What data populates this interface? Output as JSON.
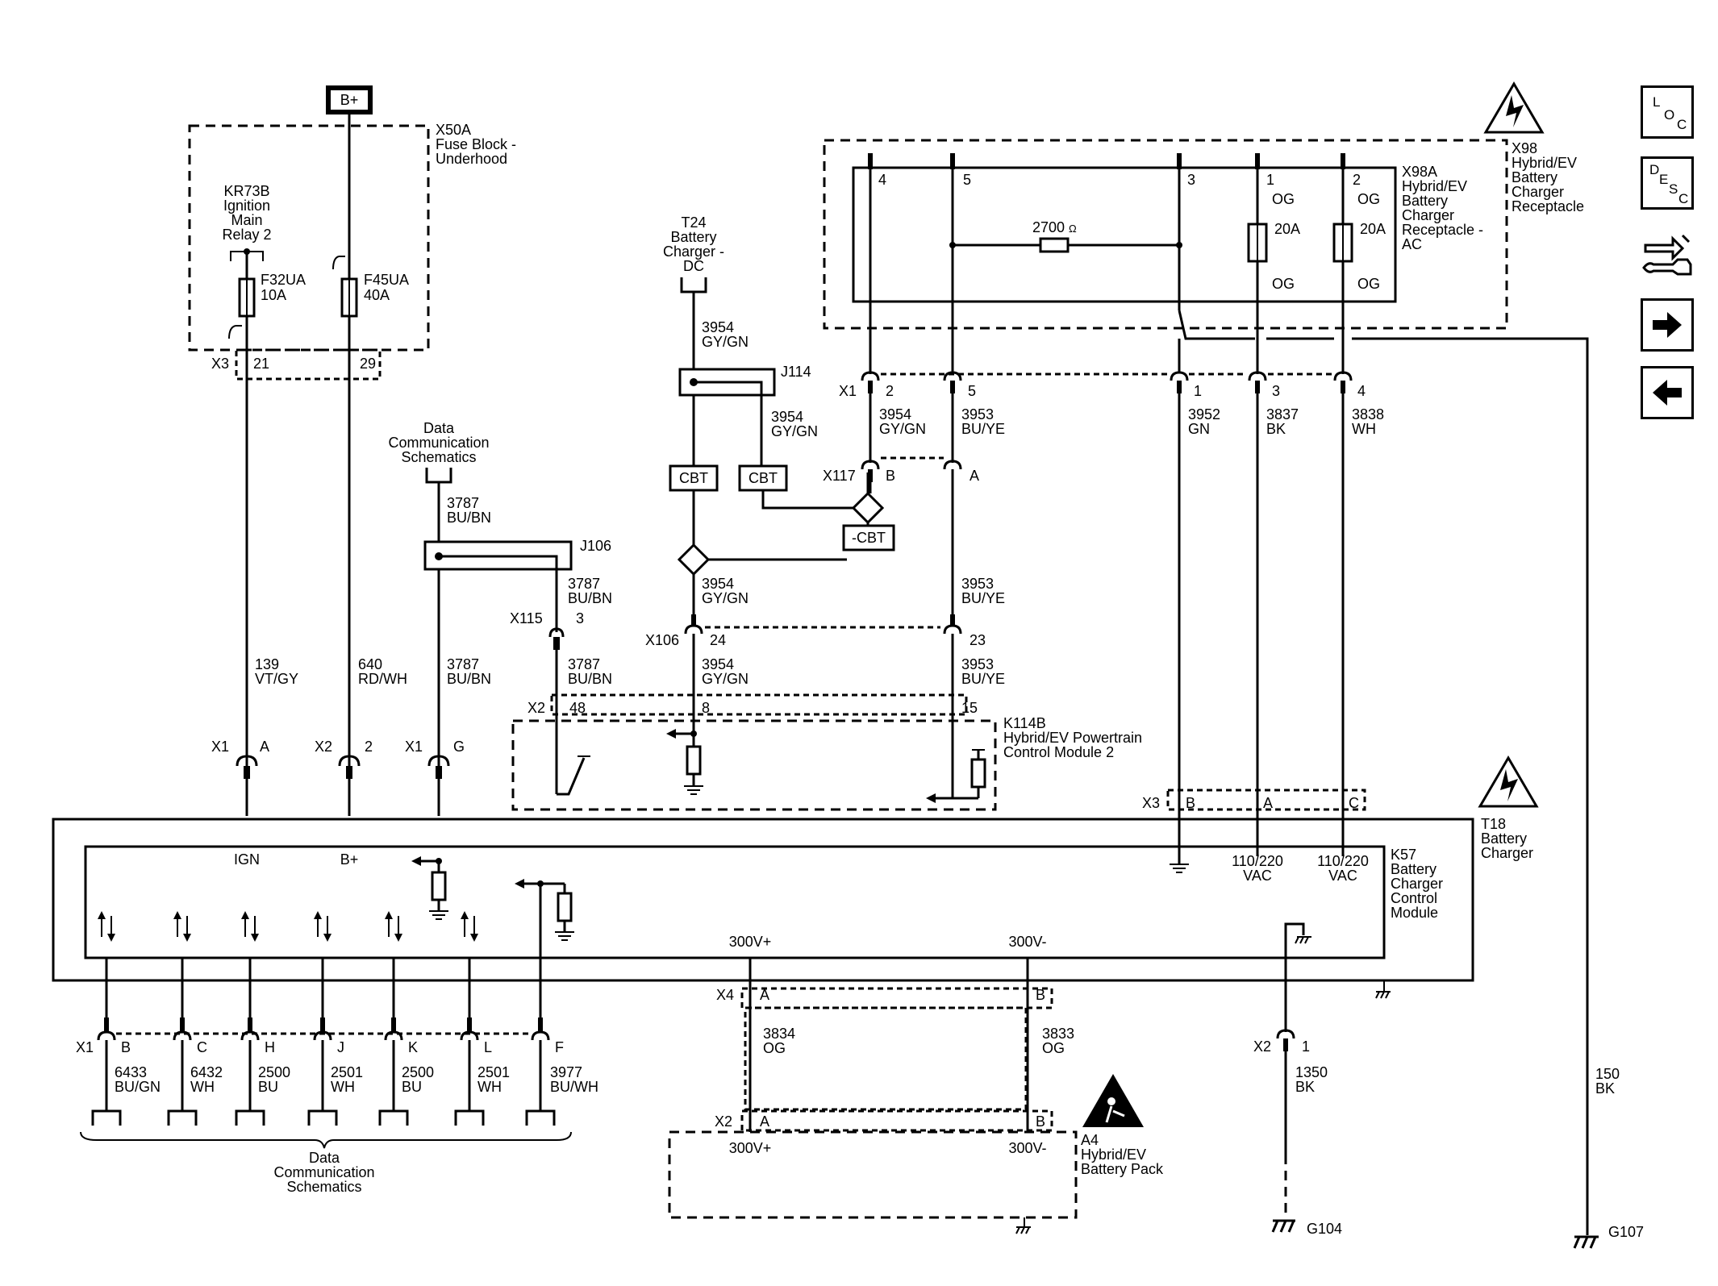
{
  "components": {
    "b_plus": "B+",
    "fuse_block": {
      "id": "X50A",
      "name": [
        "Fuse Block -",
        "Underhood"
      ]
    },
    "relay": {
      "id": "KR73B",
      "name": [
        "Ignition",
        "Main",
        "Relay 2"
      ]
    },
    "fuse_f32": {
      "id": "F32UA",
      "rating": "10A"
    },
    "fuse_f45": {
      "id": "F45UA",
      "rating": "40A"
    },
    "battery_charger_dc": {
      "id": "T24",
      "name": [
        "Battery",
        "Charger -",
        "DC"
      ]
    },
    "data_comm_top": [
      "Data",
      "Communication",
      "Schematics"
    ],
    "data_comm_bottom": [
      "Data",
      "Communication",
      "Schematics"
    ],
    "charger_receptacle": {
      "id": "X98",
      "name": [
        "Hybrid/EV",
        "Battery",
        "Charger",
        "Receptacle"
      ]
    },
    "charger_receptacle_ac": {
      "id": "X98A",
      "name": [
        "Hybrid/EV",
        "Battery",
        "Charger",
        "Receptacle -",
        "AC"
      ]
    },
    "resistor": "2700",
    "ohm": "Ω",
    "pcm": {
      "id": "K114B",
      "name": [
        "Hybrid/EV Powertrain",
        "Control Module 2"
      ]
    },
    "battery_charger": {
      "id": "T18",
      "name": [
        "Battery",
        "Charger"
      ]
    },
    "charger_control": {
      "id": "K57",
      "name": [
        "Battery",
        "Charger",
        "Control",
        "Module"
      ]
    },
    "battery_pack": {
      "id": "A4",
      "name": [
        "Hybrid/EV",
        "Battery Pack"
      ]
    },
    "grounds": {
      "g104": "G104",
      "g107": "G107"
    },
    "cbt": "CBT",
    "neg_cbt": "-CBT"
  },
  "splices": {
    "j114": "J114",
    "j106": "J106"
  },
  "connectors": {
    "x3_fuse": "X3",
    "pin21": "21",
    "pin29": "29",
    "x1_top": "X1",
    "x1_top_pins": [
      "2",
      "5",
      "1",
      "3",
      "4"
    ],
    "x117": "X117",
    "x117_pins": [
      "B",
      "A"
    ],
    "x115": "X115",
    "x115_pin": "3",
    "x106": "X106",
    "x106_pins": [
      "24",
      "23"
    ],
    "x2_pcm": "X2",
    "x2_pcm_pins": [
      "48",
      "8",
      "15"
    ],
    "x1_a": "X1",
    "pin_a": "A",
    "x2_2": "X2",
    "pin_2": "2",
    "x1_g": "X1",
    "pin_g": "G",
    "x3_charger": "X3",
    "x3_charger_pins": [
      "B",
      "A",
      "C"
    ],
    "receptacle_pins": [
      "4",
      "5",
      "3",
      "1",
      "2"
    ],
    "x1_bottom": "X1",
    "x1_bottom_pins": [
      "B",
      "C",
      "H",
      "J",
      "K",
      "L",
      "F"
    ],
    "x4": "X4",
    "x4_pins": [
      "A",
      "B"
    ],
    "x2_pack": "X2",
    "x2_pack_pins": [
      "A",
      "B"
    ],
    "x2_ground": "X2",
    "x2_ground_pin": "1"
  },
  "wires": {
    "w3954_top": [
      "3954",
      "GY/GN"
    ],
    "w3954_j114": [
      "3954",
      "GY/GN"
    ],
    "w3954_x1": [
      "3954",
      "GY/GN"
    ],
    "w3953_x1": [
      "3953",
      "BU/YE"
    ],
    "w3952": [
      "3952",
      "GN"
    ],
    "w3837": [
      "3837",
      "BK"
    ],
    "w3838": [
      "3838",
      "WH"
    ],
    "w3787_top": [
      "3787",
      "BU/BN"
    ],
    "w3787_j106": [
      "3787",
      "BU/BN"
    ],
    "w3954_mid": [
      "3954",
      "GY/GN"
    ],
    "w3953_mid": [
      "3953",
      "BU/YE"
    ],
    "w3787_x115": [
      "3787",
      "BU/BN"
    ],
    "w3954_x106": [
      "3954",
      "GY/GN"
    ],
    "w3953_x106": [
      "3953",
      "BU/YE"
    ],
    "w139": [
      "139",
      "VT/GY"
    ],
    "w640": [
      "640",
      "RD/WH"
    ],
    "w3787_main": [
      "3787",
      "BU/BN"
    ],
    "bottom": [
      [
        "6433",
        "BU/GN"
      ],
      [
        "6432",
        "WH"
      ],
      [
        "2500",
        "BU"
      ],
      [
        "2501",
        "WH"
      ],
      [
        "2500",
        "BU"
      ],
      [
        "2501",
        "WH"
      ],
      [
        "3977",
        "BU/WH"
      ]
    ],
    "w3834": [
      "3834",
      "OG"
    ],
    "w3833": [
      "3833",
      "OG"
    ],
    "w1350": [
      "1350",
      "BK"
    ],
    "w150": [
      "150",
      "BK"
    ]
  },
  "receptacle_labels": {
    "og": "OG",
    "fuse_rating": "20A"
  },
  "module_labels": {
    "ign": "IGN",
    "b_plus": "B+",
    "vac_line1": "110/220",
    "vac_line2": "VAC",
    "hv_pos": "300V+",
    "hv_neg": "300V-"
  },
  "side_buttons": {
    "loc": [
      "L",
      "O",
      "C"
    ],
    "desc": [
      "D",
      "E",
      "S",
      "C"
    ]
  }
}
